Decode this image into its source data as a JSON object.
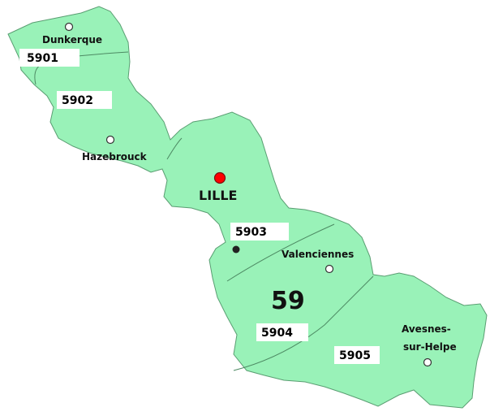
{
  "map": {
    "department_number": "59",
    "fill_color": "#99f2b8",
    "capital": {
      "name": "LILLE",
      "color": "#ff0000"
    },
    "cities": [
      {
        "id": "dunkerque",
        "name": "Dunkerque"
      },
      {
        "id": "hazebrouck",
        "name": "Hazebrouck"
      },
      {
        "id": "valenciennes",
        "name": "Valenciennes"
      },
      {
        "id": "avesnes",
        "name_line1": "Avesnes-",
        "name_line2": "sur-Helpe"
      }
    ],
    "arrondissements": [
      {
        "code": "5901"
      },
      {
        "code": "5902"
      },
      {
        "code": "5903"
      },
      {
        "code": "5904"
      },
      {
        "code": "5905"
      }
    ]
  }
}
